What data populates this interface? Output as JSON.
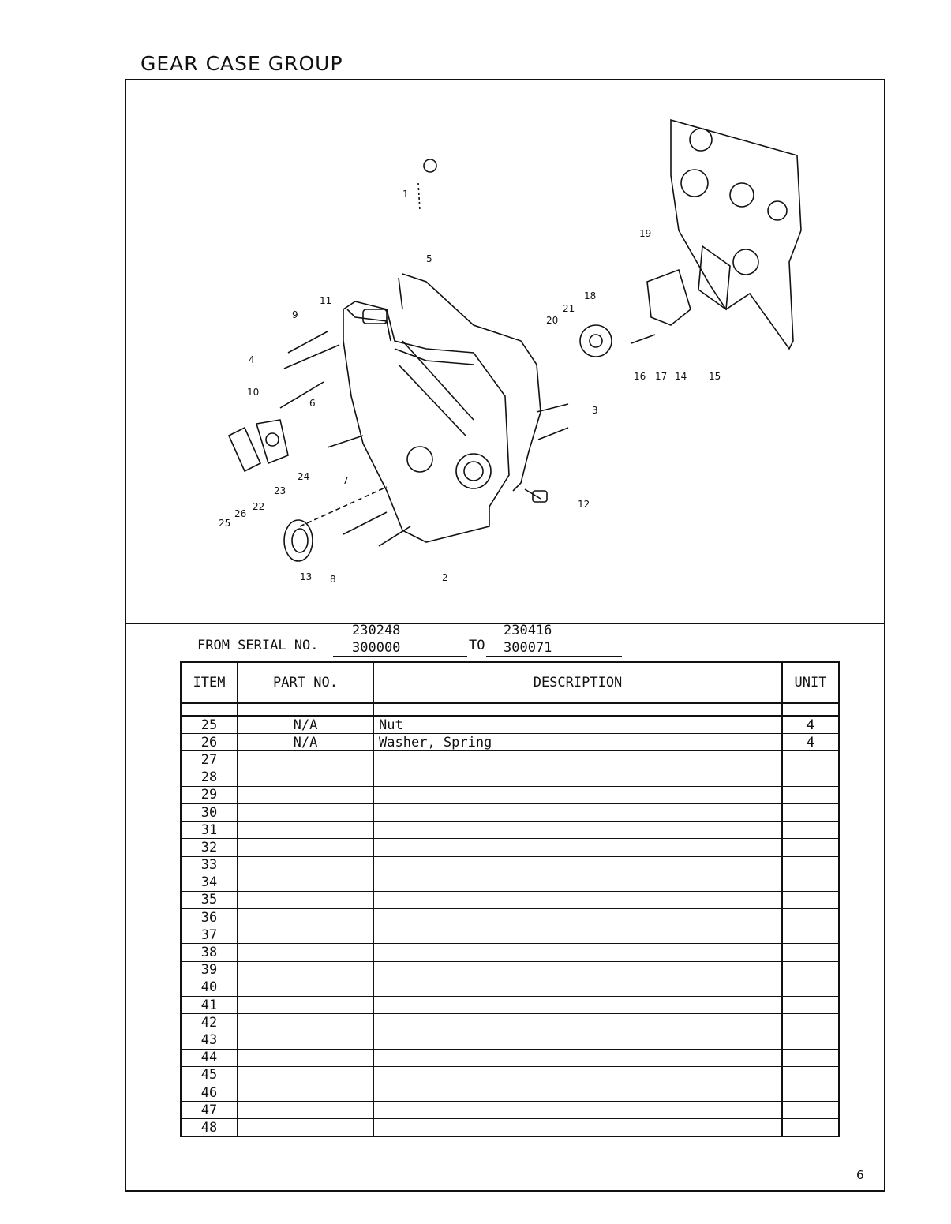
{
  "page": {
    "title": "GEAR CASE GROUP",
    "page_number": "6"
  },
  "diagram": {
    "callouts": [
      "1",
      "2",
      "3",
      "4",
      "5",
      "6",
      "7",
      "8",
      "9",
      "10",
      "11",
      "12",
      "13",
      "14",
      "15",
      "16",
      "17",
      "18",
      "19",
      "20",
      "21",
      "22",
      "23",
      "24",
      "25",
      "26"
    ]
  },
  "serial": {
    "from_label": "FROM SERIAL NO.",
    "from_top": "230248",
    "from_bottom": "300000",
    "to_label": "TO",
    "to_top": "230416",
    "to_bottom": "300071"
  },
  "table": {
    "headers": {
      "item": "ITEM",
      "part_no": "PART NO.",
      "description": "DESCRIPTION",
      "unit": "UNIT"
    },
    "rows": [
      {
        "item": "25",
        "part_no": "N/A",
        "description": "Nut",
        "unit": "4"
      },
      {
        "item": "26",
        "part_no": "N/A",
        "description": "Washer, Spring",
        "unit": "4"
      },
      {
        "item": "27",
        "part_no": "",
        "description": "",
        "unit": ""
      },
      {
        "item": "28",
        "part_no": "",
        "description": "",
        "unit": ""
      },
      {
        "item": "29",
        "part_no": "",
        "description": "",
        "unit": ""
      },
      {
        "item": "30",
        "part_no": "",
        "description": "",
        "unit": ""
      },
      {
        "item": "31",
        "part_no": "",
        "description": "",
        "unit": ""
      },
      {
        "item": "32",
        "part_no": "",
        "description": "",
        "unit": ""
      },
      {
        "item": "33",
        "part_no": "",
        "description": "",
        "unit": ""
      },
      {
        "item": "34",
        "part_no": "",
        "description": "",
        "unit": ""
      },
      {
        "item": "35",
        "part_no": "",
        "description": "",
        "unit": ""
      },
      {
        "item": "36",
        "part_no": "",
        "description": "",
        "unit": ""
      },
      {
        "item": "37",
        "part_no": "",
        "description": "",
        "unit": ""
      },
      {
        "item": "38",
        "part_no": "",
        "description": "",
        "unit": ""
      },
      {
        "item": "39",
        "part_no": "",
        "description": "",
        "unit": ""
      },
      {
        "item": "40",
        "part_no": "",
        "description": "",
        "unit": ""
      },
      {
        "item": "41",
        "part_no": "",
        "description": "",
        "unit": ""
      },
      {
        "item": "42",
        "part_no": "",
        "description": "",
        "unit": ""
      },
      {
        "item": "43",
        "part_no": "",
        "description": "",
        "unit": ""
      },
      {
        "item": "44",
        "part_no": "",
        "description": "",
        "unit": ""
      },
      {
        "item": "45",
        "part_no": "",
        "description": "",
        "unit": ""
      },
      {
        "item": "46",
        "part_no": "",
        "description": "",
        "unit": ""
      },
      {
        "item": "47",
        "part_no": "",
        "description": "",
        "unit": ""
      },
      {
        "item": "48",
        "part_no": "",
        "description": "",
        "unit": ""
      }
    ]
  }
}
